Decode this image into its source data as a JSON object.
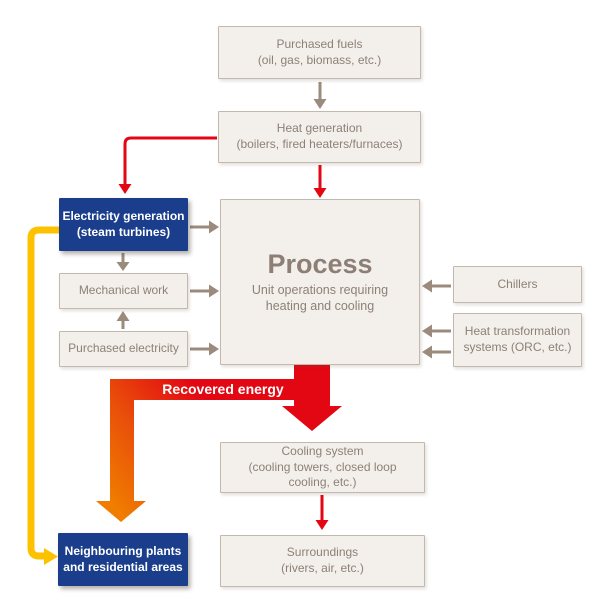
{
  "boxes": {
    "purchased_fuels": {
      "line1": "Purchased fuels",
      "line2": "(oil, gas, biomass, etc.)"
    },
    "heat_generation": {
      "line1": "Heat generation",
      "line2": "(boilers, fired heaters/furnaces)"
    },
    "electricity_generation": {
      "line1": "Electricity generation",
      "line2": "(steam turbines)"
    },
    "mechanical_work": {
      "line1": "Mechanical work"
    },
    "purchased_electricity": {
      "line1": "Purchased electricity"
    },
    "process": {
      "title": "Process",
      "subtitle1": "Unit operations requiring",
      "subtitle2": "heating and cooling"
    },
    "chillers": {
      "line1": "Chillers"
    },
    "heat_transformation": {
      "line1": "Heat transformation",
      "line2": "systems (ORC, etc.)"
    },
    "cooling_system": {
      "line1": "Cooling system",
      "line2": "(cooling towers, closed loop",
      "line3": "cooling, etc.)"
    },
    "surroundings": {
      "line1": "Surroundings",
      "line2": "(rivers, air, etc.)"
    },
    "neighbouring": {
      "line1": "Neighbouring plants",
      "line2": "and residential areas"
    }
  },
  "labels": {
    "recovered_energy": "Recovered energy"
  },
  "colors": {
    "red": "#e30613",
    "orange": "#f07d00",
    "yellow": "#fcc200",
    "navy": "#1a3e8c",
    "box_fill": "#f3efeb",
    "box_border": "#c3b8ae",
    "box_text": "#8d8177",
    "gray_arrow": "#9b8b7d"
  },
  "arrows": [
    {
      "from": "purchased_fuels",
      "to": "heat_generation",
      "color": "gray"
    },
    {
      "from": "heat_generation",
      "to": "process",
      "color": "red"
    },
    {
      "from": "heat_generation",
      "to": "electricity_generation",
      "color": "red"
    },
    {
      "from": "electricity_generation",
      "to": "process",
      "color": "gray"
    },
    {
      "from": "electricity_generation",
      "to": "mechanical_work",
      "color": "gray"
    },
    {
      "from": "mechanical_work",
      "to": "process",
      "color": "gray"
    },
    {
      "from": "purchased_electricity",
      "to": "mechanical_work",
      "color": "gray"
    },
    {
      "from": "purchased_electricity",
      "to": "process",
      "color": "gray"
    },
    {
      "from": "chillers",
      "to": "process",
      "color": "gray"
    },
    {
      "from": "heat_transformation",
      "to": "process",
      "color": "gray",
      "count": 2
    },
    {
      "from": "process",
      "to": "cooling_system",
      "color": "red-thick"
    },
    {
      "from": "process",
      "to": "neighbouring",
      "color": "red-orange-gradient",
      "label": "Recovered energy"
    },
    {
      "from": "electricity_generation",
      "to": "neighbouring",
      "color": "yellow"
    },
    {
      "from": "cooling_system",
      "to": "surroundings",
      "color": "red"
    }
  ]
}
